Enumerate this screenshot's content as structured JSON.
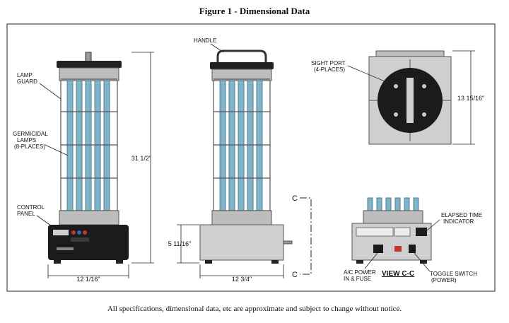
{
  "title": "Figure 1 - Dimensional Data",
  "footer": "All specifications, dimensional data, etc are approximate and subject to change without notice.",
  "labels": {
    "lamp_guard": [
      "LAMP",
      "GUARD"
    ],
    "germicidal_lamps": [
      "GERMICIDAL",
      "LAMPS",
      "(8-PLACES)"
    ],
    "control_panel": [
      "CONTROL",
      "PANEL"
    ],
    "handle": "HANDLE",
    "sight_port": [
      "SIGHT PORT",
      "(4-PLACES)"
    ],
    "elapsed_time": [
      "ELAPSED TIME",
      "INDICATOR"
    ],
    "ac_power": [
      "A/C POWER",
      "IN & FUSE"
    ],
    "view_cc": "VIEW C-C",
    "toggle_switch": [
      "TOGGLE SWITCH",
      "(POWER)"
    ],
    "section_mark": "C"
  },
  "dimensions": {
    "front_width": "12 1/16\"",
    "height": "31 1/2\"",
    "side_width": "12 3/4\"",
    "base_height": "5 11/16\"",
    "top_view_depth": "13 15/16\""
  },
  "colors": {
    "lamp": "#7fb3c8",
    "metal": "#c8c8c8",
    "dark": "#1b1b1b",
    "panel_red": "#c0392b",
    "panel_blue": "#2c6fb0"
  }
}
